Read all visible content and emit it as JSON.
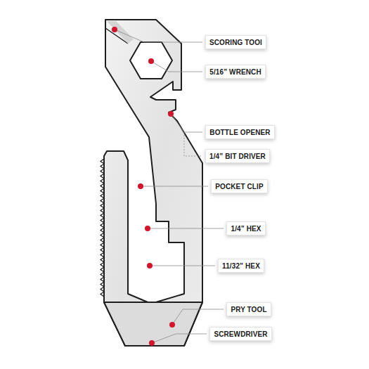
{
  "diagram": {
    "nodes": [
      {
        "text": [
          "SCORING TOOl"
        ]
      },
      {
        "text": [
          "5/16” WRENCH"
        ]
      },
      {
        "text": [
          "BOTTLE OPENER"
        ]
      },
      {
        "text": [
          "1/4” BIT DRIVER"
        ]
      },
      {
        "text": [
          "POCKET CLIP"
        ]
      },
      {
        "text": [
          "1/4” HEX"
        ]
      },
      {
        "text": [
          "11/32” HEX"
        ]
      },
      {
        "text": [
          "PRY TOOL"
        ]
      },
      {
        "text": [
          "SCREWDRIVER"
        ]
      }
    ]
  }
}
